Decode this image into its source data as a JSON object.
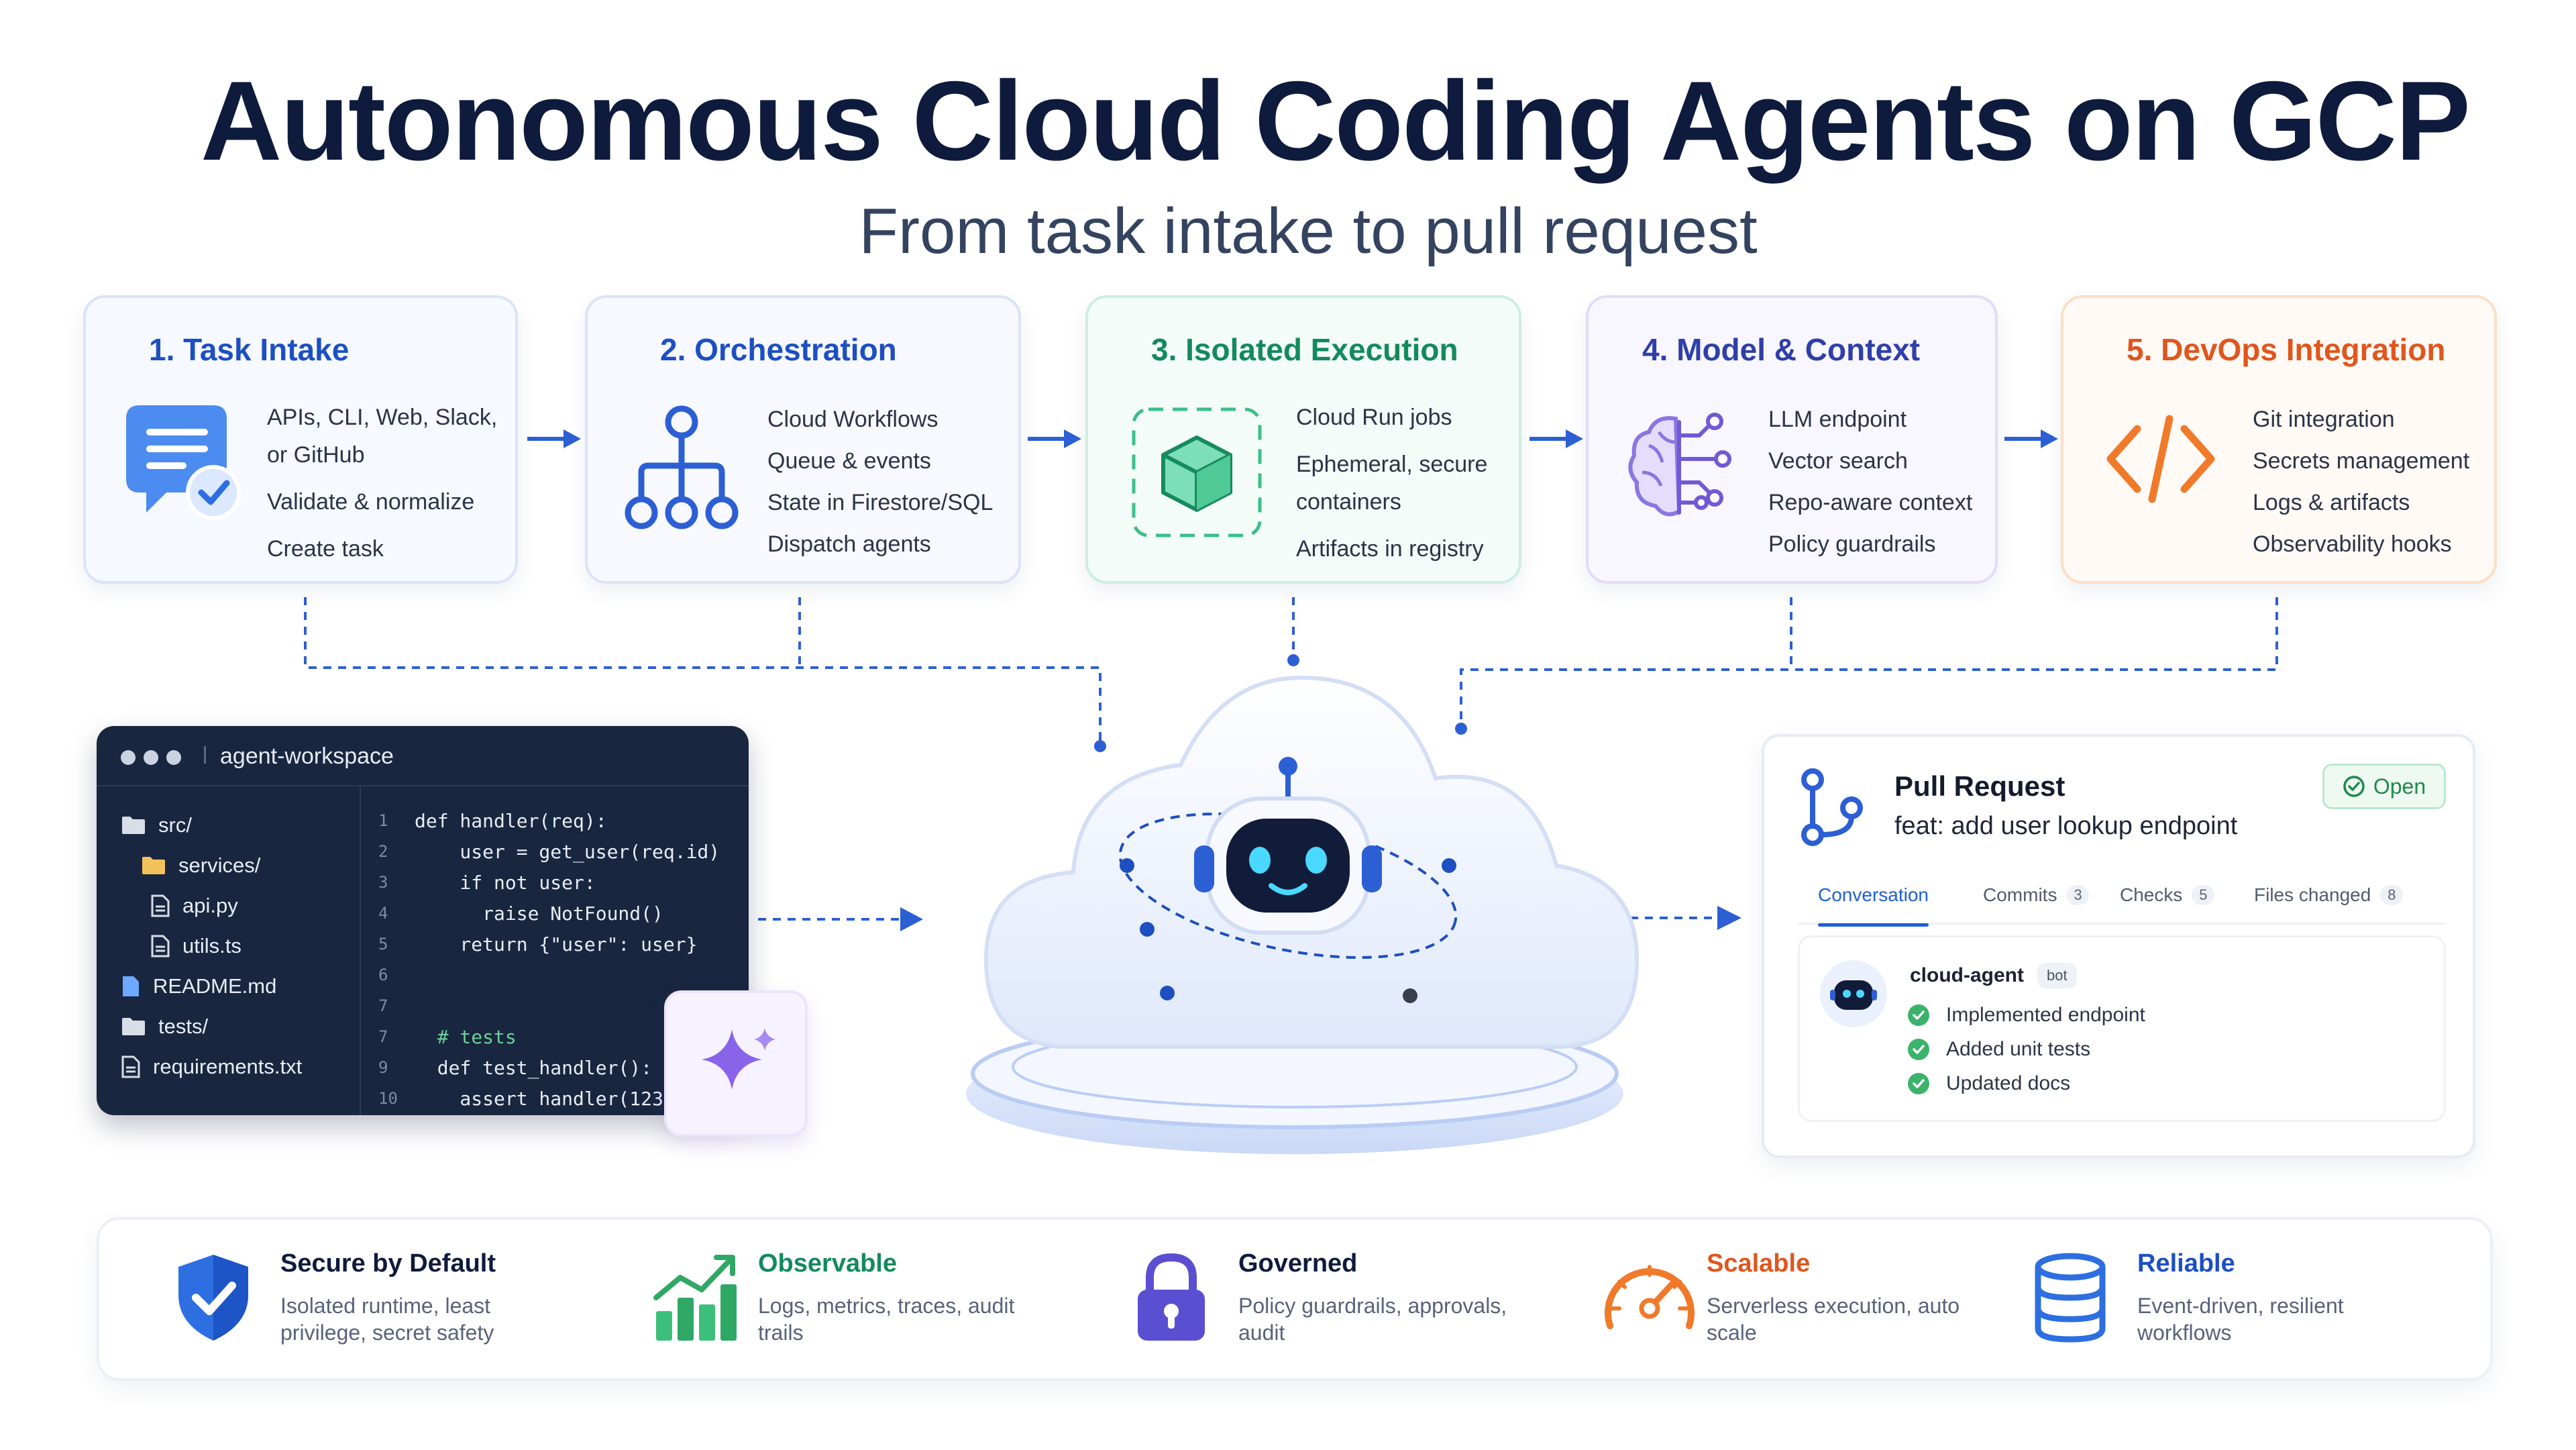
{
  "title": "Autonomous Cloud Coding Agents on GCP",
  "subtitle": "From task intake to pull request",
  "colors": {
    "blue": "#1d4fc4",
    "green": "#138a5e",
    "indigo": "#2f3fa9",
    "orange": "#e0561d",
    "navy": "#0f1b3d"
  },
  "stages": [
    {
      "title": "1. Task Intake",
      "icon": "chat-check-icon",
      "items": [
        "APIs, CLI, Web, Slack,",
        "or GitHub",
        "Validate & normalize",
        "Create task"
      ]
    },
    {
      "title": "2. Orchestration",
      "icon": "hierarchy-icon",
      "items": [
        "Cloud Workflows",
        "Queue & events",
        "State in Firestore/SQL",
        "Dispatch agents"
      ]
    },
    {
      "title": "3. Isolated Execution",
      "icon": "container-cube-icon",
      "items": [
        "Cloud Run jobs",
        "Ephemeral, secure",
        "containers",
        "Artifacts in registry"
      ]
    },
    {
      "title": "4. Model & Context",
      "icon": "ai-brain-icon",
      "items": [
        "LLM endpoint",
        "Vector search",
        "Repo-aware context",
        "Policy guardrails"
      ]
    },
    {
      "title": "5. DevOps Integration",
      "icon": "code-brackets-icon",
      "items": [
        "Git integration",
        "Secrets management",
        "Logs & artifacts",
        "Observability hooks"
      ]
    }
  ],
  "editor": {
    "tab": "agent-workspace",
    "files": [
      {
        "name": "src/",
        "type": "folder"
      },
      {
        "name": "services/",
        "type": "folder"
      },
      {
        "name": "api.py",
        "type": "file"
      },
      {
        "name": "utils.ts",
        "type": "file"
      },
      {
        "name": "README.md",
        "type": "file"
      },
      {
        "name": "tests/",
        "type": "folder"
      },
      {
        "name": "requirements.txt",
        "type": "file"
      }
    ],
    "code": [
      {
        "n": "1",
        "t": "def handler(req):"
      },
      {
        "n": "2",
        "t": "    user = get_user(req.id)"
      },
      {
        "n": "3",
        "t": "    if not user:"
      },
      {
        "n": "4",
        "t": "      raise NotFound()"
      },
      {
        "n": "5",
        "t": "    return {\"user\": user}"
      },
      {
        "n": "6",
        "t": ""
      },
      {
        "n": "7",
        "t": ""
      },
      {
        "n": "7",
        "t": "  # tests"
      },
      {
        "n": "9",
        "t": "  def test_handler():"
      },
      {
        "n": "10",
        "t": "    assert handler(123)"
      }
    ]
  },
  "pr": {
    "title": "Pull Request",
    "subtitle": "feat: add user lookup endpoint",
    "status": "Open",
    "tabs": [
      {
        "label": "Conversation",
        "count": ""
      },
      {
        "label": "Commits",
        "count": "3"
      },
      {
        "label": "Checks",
        "count": "5"
      },
      {
        "label": "Files changed",
        "count": "8"
      }
    ],
    "author": "cloud-agent",
    "author_badge": "bot",
    "checks": [
      "Implemented endpoint",
      "Added unit tests",
      "Updated docs"
    ]
  },
  "features": [
    {
      "title": "Secure by Default",
      "desc": "Isolated runtime, least privilege, secret safety",
      "color": "#0f1b3d",
      "icon": "shield-check-icon"
    },
    {
      "title": "Observable",
      "desc": "Logs, metrics, traces, audit trails",
      "color": "#138a5e",
      "icon": "growth-chart-icon"
    },
    {
      "title": "Governed",
      "desc": "Policy guardrails, approvals, audit",
      "color": "#0f1b3d",
      "icon": "padlock-icon"
    },
    {
      "title": "Scalable",
      "desc": "Serverless execution, auto scale",
      "color": "#e0561d",
      "icon": "speedometer-icon"
    },
    {
      "title": "Reliable",
      "desc": "Event-driven, resilient workflows",
      "color": "#1d4fc4",
      "icon": "database-icon"
    }
  ]
}
